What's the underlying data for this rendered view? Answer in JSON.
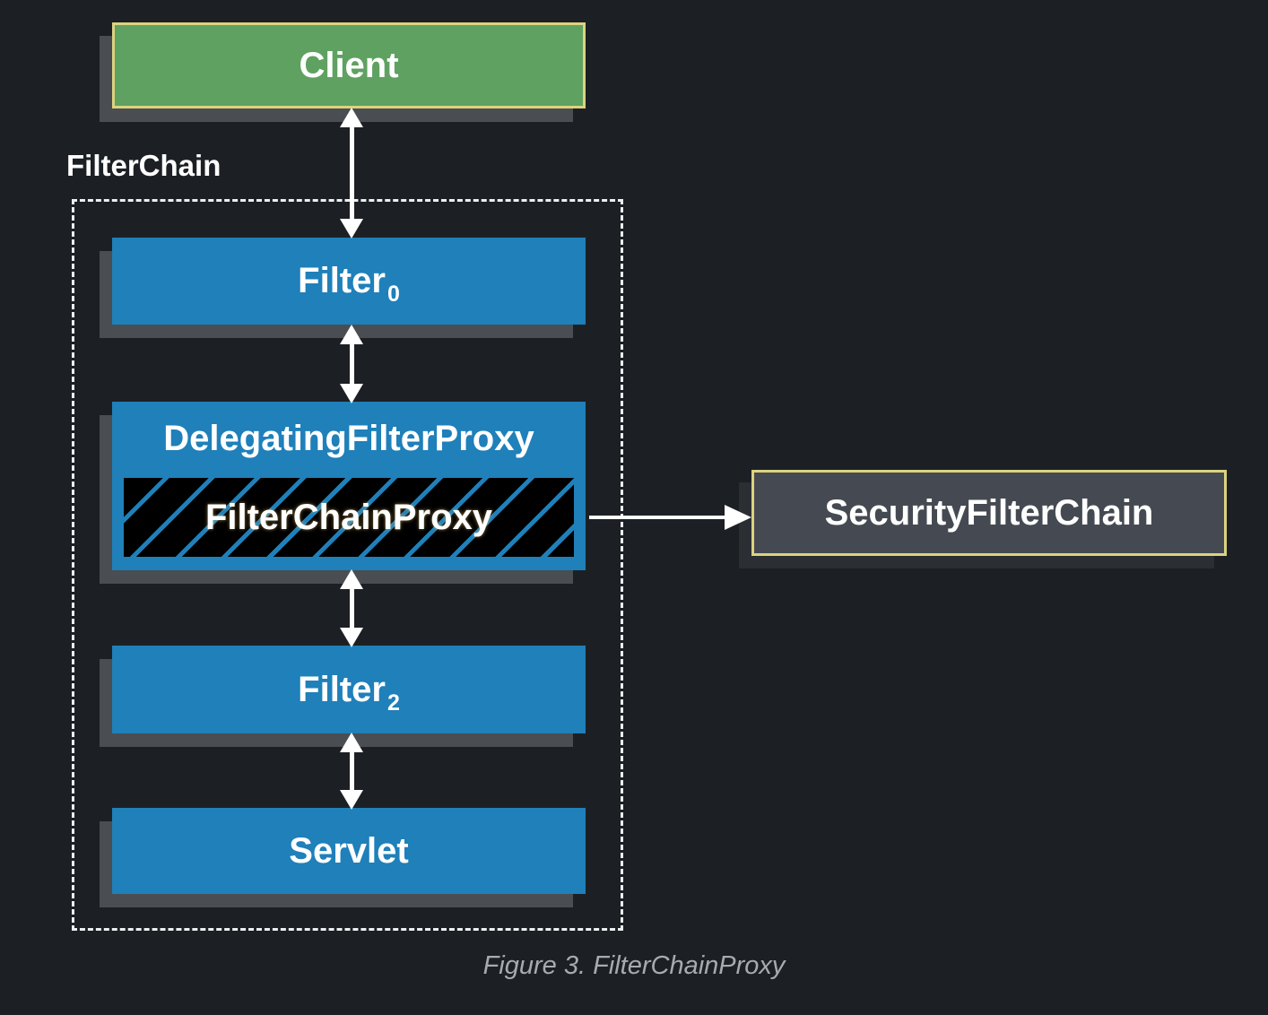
{
  "figure": {
    "caption": "Figure 3. FilterChainProxy",
    "group_label": "FilterChain"
  },
  "nodes": {
    "client": {
      "label": "Client"
    },
    "filter0": {
      "label": "Filter",
      "subscript": "0"
    },
    "delegating_filter_proxy": {
      "label": "DelegatingFilterProxy"
    },
    "filter_chain_proxy": {
      "label": "FilterChainProxy"
    },
    "filter2": {
      "label": "Filter",
      "subscript": "2"
    },
    "servlet": {
      "label": "Servlet"
    },
    "security_filter_chain": {
      "label": "SecurityFilterChain"
    }
  },
  "colors": {
    "background": "#1c2025",
    "node_blue": "#1f80ba",
    "node_green": "#5fa161",
    "node_gray": "#454a52",
    "border_yellow": "#dcd37e",
    "shadow": "#4a4d51",
    "shadow_dark": "#2b2e33",
    "text": "#ffffff",
    "caption_text": "#a7abb0",
    "dashed_border": "#eceff0",
    "hatch_background": "#000000",
    "hatch_line": "#1f80ba",
    "arrow": "#ffffff"
  }
}
